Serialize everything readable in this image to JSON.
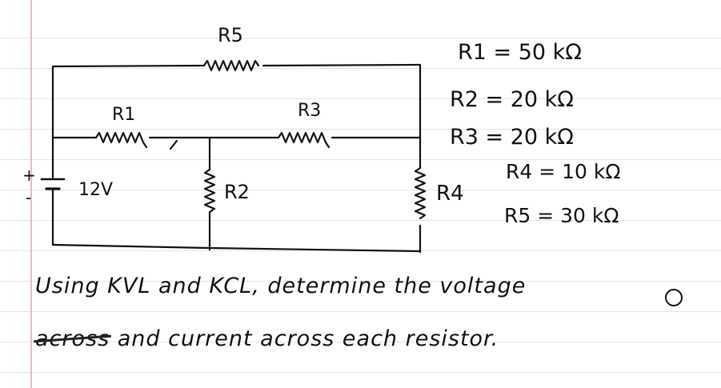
{
  "labels": {
    "r5": "R5",
    "r1": "R1",
    "r3": "R3",
    "r2": "R2",
    "r4": "R4",
    "battery": "12V",
    "plus": "+",
    "minus": "-"
  },
  "values": [
    {
      "name": "R1",
      "value": "R1 = 50 kΩ"
    },
    {
      "name": "R2",
      "value": "R2 = 20 kΩ"
    },
    {
      "name": "R3",
      "value": "R3 = 20 kΩ"
    },
    {
      "name": "R4",
      "value": "R4 = 10 kΩ"
    },
    {
      "name": "R5",
      "value": "R5 = 30 kΩ"
    }
  ],
  "problem": {
    "line1": "Using KVL and KCL, determine the voltage",
    "line2_crossed": "across",
    "line2": "and current across each resistor."
  },
  "colors": {
    "ink": "#111111",
    "margin": "#f2b6c6",
    "rule": "#dfe6ee"
  }
}
